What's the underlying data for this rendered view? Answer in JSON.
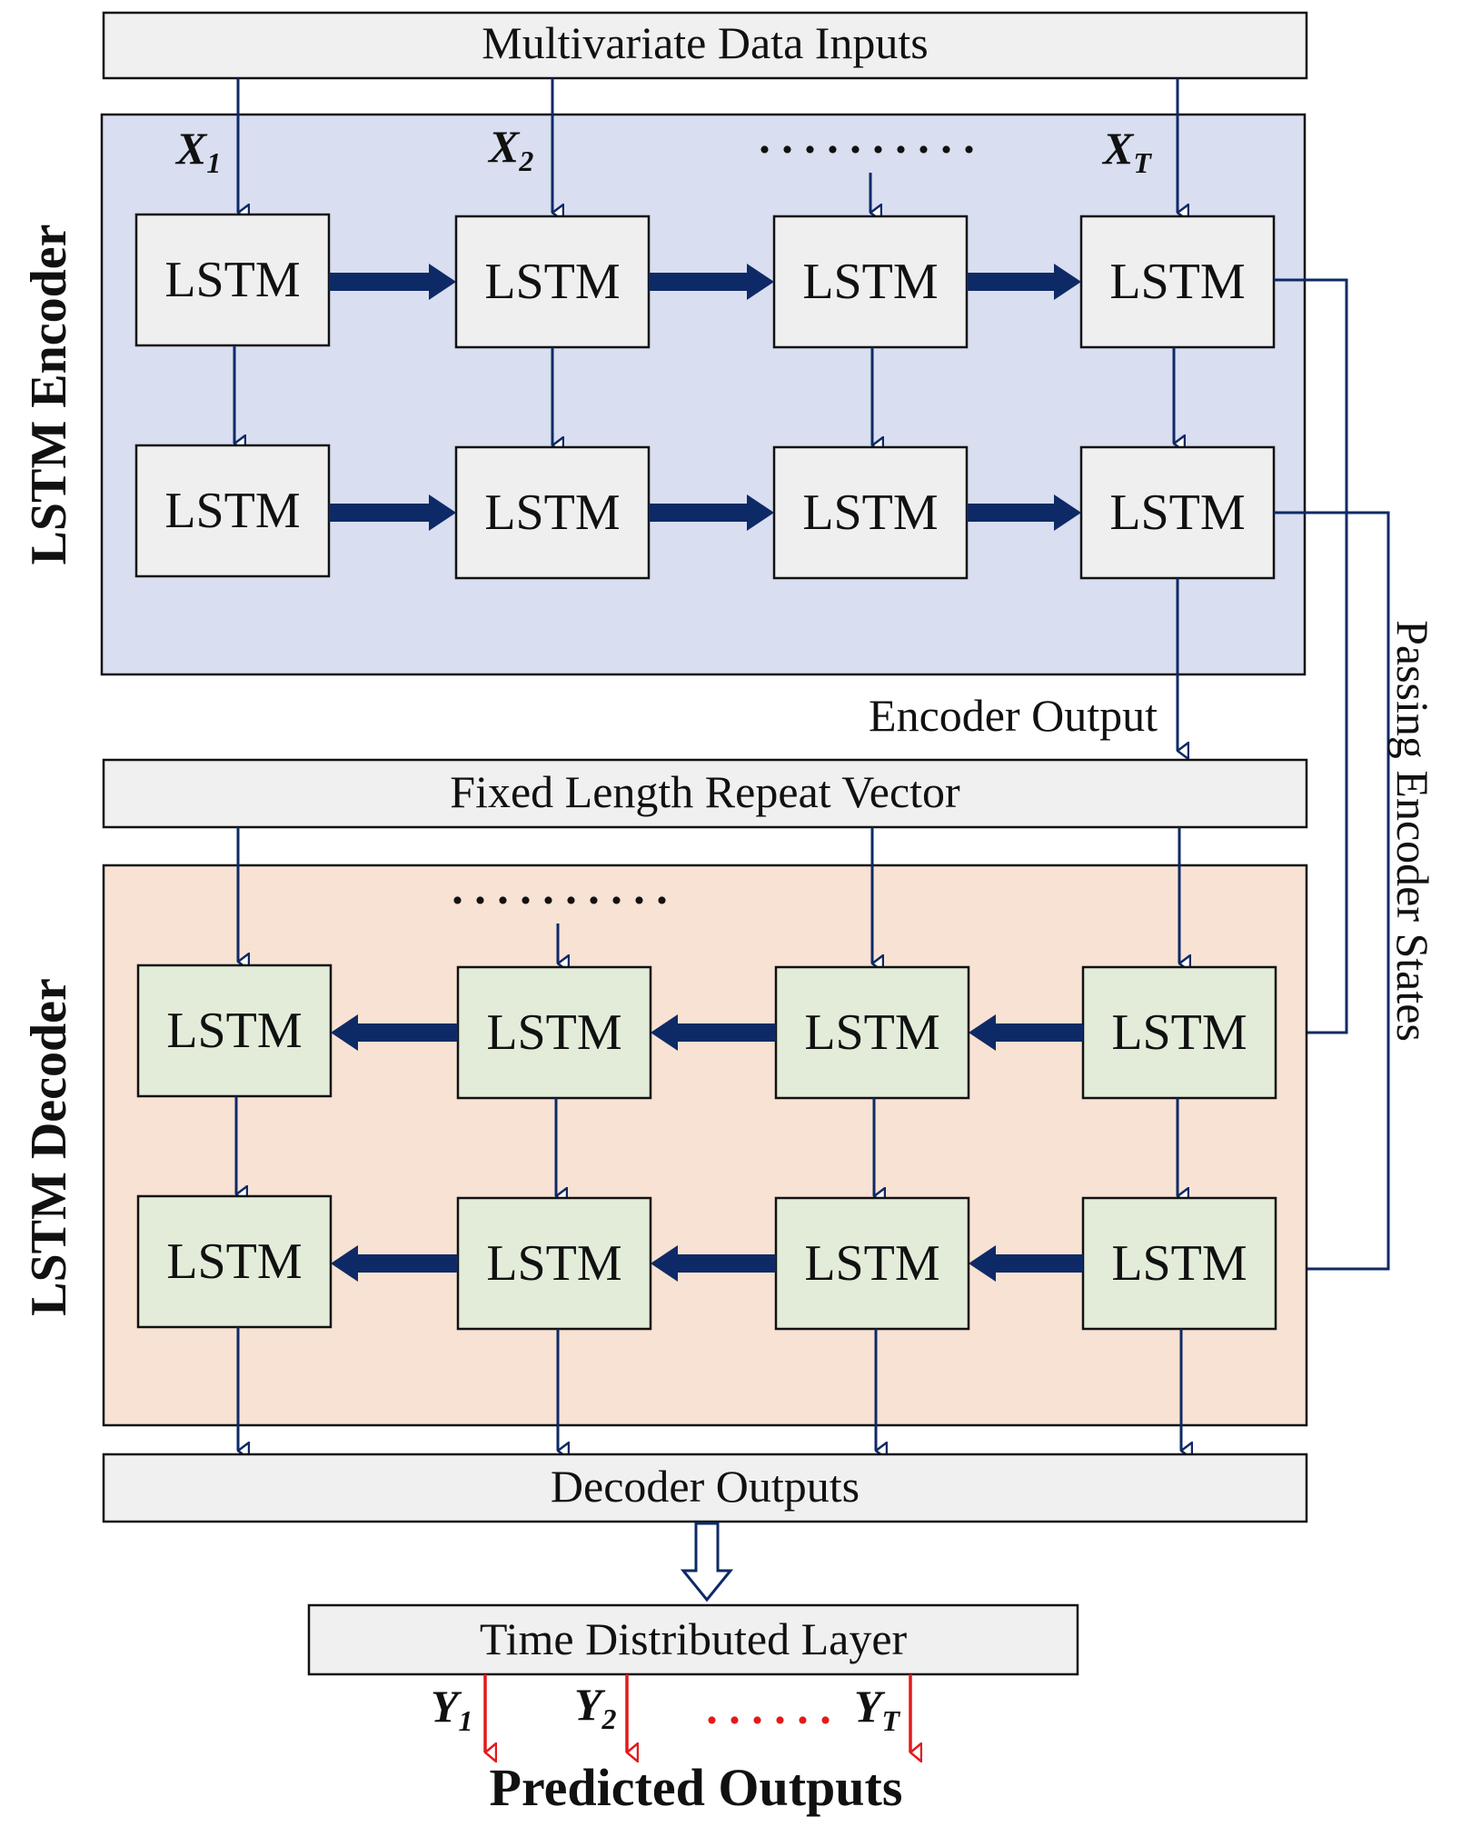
{
  "top_input_label": "Multivariate Data Inputs",
  "encoder_title": "LSTM Encoder",
  "decoder_title": "LSTM Decoder",
  "cell_label": "LSTM",
  "inputs": [
    {
      "letter": "X",
      "sub": "1"
    },
    {
      "letter": "X",
      "sub": "2"
    },
    {
      "letter": "X",
      "sub": "T"
    }
  ],
  "encoder_ellipsis": ". . . . . . . . . .",
  "decoder_ellipsis": ". . . . . . . . . .",
  "encoder_output_label": "Encoder Output",
  "repeat_vector_label": "Fixed Length Repeat Vector",
  "passing_states_label": "Passing Encoder States",
  "decoder_outputs_label": "Decoder Outputs",
  "time_distributed_label": "Time Distributed Layer",
  "outputs": [
    {
      "letter": "Y",
      "sub": "1"
    },
    {
      "letter": "Y",
      "sub": "2"
    },
    {
      "letter": "Y",
      "sub": "T"
    }
  ],
  "output_ellipsis": ". . . . . .",
  "predicted_outputs_label": "Predicted Outputs",
  "colors": {
    "encoder_bg": "#d9def0",
    "decoder_bg": "#f8e2d4",
    "encoder_cell": "#efefef",
    "decoder_cell": "#e3ecd9",
    "bar": "#f0f0f0",
    "arrow": "#0e2a66",
    "output_arrow": "#e31a1a"
  }
}
